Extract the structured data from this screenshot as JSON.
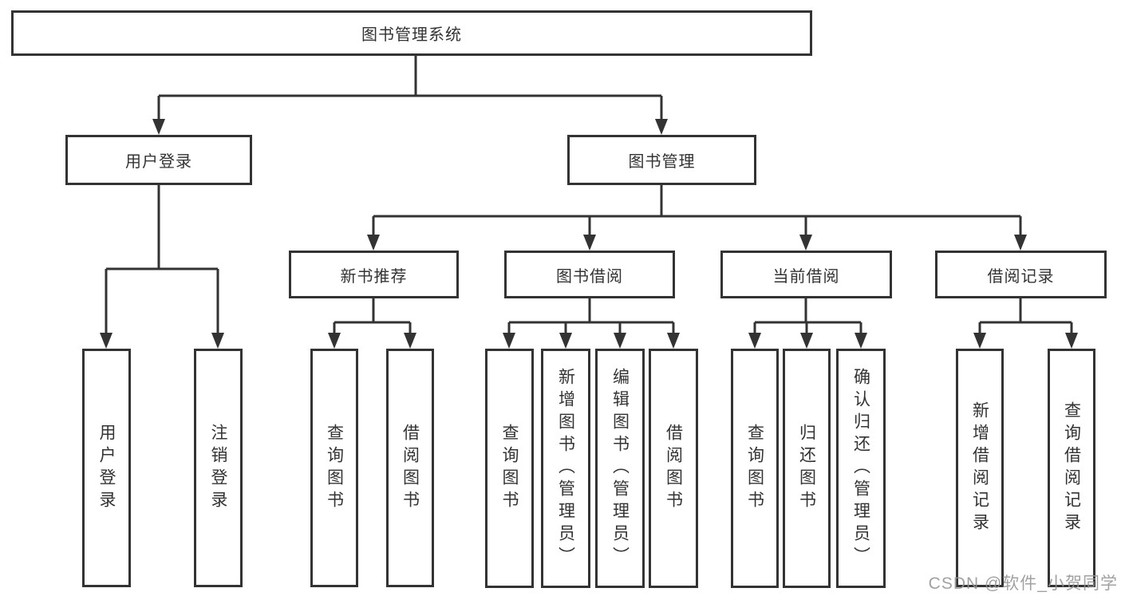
{
  "diagram": {
    "type": "tree",
    "colors": {
      "line": "#333333",
      "box_border": "#333333",
      "box_fill": "#ffffff",
      "background": "#ffffff",
      "watermark": "#949494"
    }
  },
  "tree": {
    "root": {
      "label": "图书管理系统",
      "children": [
        {
          "label": "用户登录",
          "children": [
            {
              "label": "用户登录"
            },
            {
              "label": "注销登录"
            }
          ]
        },
        {
          "label": "图书管理",
          "children": [
            {
              "label": "新书推荐",
              "children": [
                {
                  "label": "查询图书"
                },
                {
                  "label": "借阅图书"
                }
              ]
            },
            {
              "label": "图书借阅",
              "children": [
                {
                  "label": "查询图书"
                },
                {
                  "label": "新增图书（管理员）"
                },
                {
                  "label": "编辑图书（管理员）"
                },
                {
                  "label": "借阅图书"
                }
              ]
            },
            {
              "label": "当前借阅",
              "children": [
                {
                  "label": "查询图书"
                },
                {
                  "label": "归还图书"
                },
                {
                  "label": "确认归还（管理员）"
                }
              ]
            },
            {
              "label": "借阅记录",
              "children": [
                {
                  "label": "新增借阅记录"
                },
                {
                  "label": "查询借阅记录"
                }
              ]
            }
          ]
        }
      ]
    }
  },
  "watermark": {
    "text": "CSDN @软件_小贺同学"
  }
}
